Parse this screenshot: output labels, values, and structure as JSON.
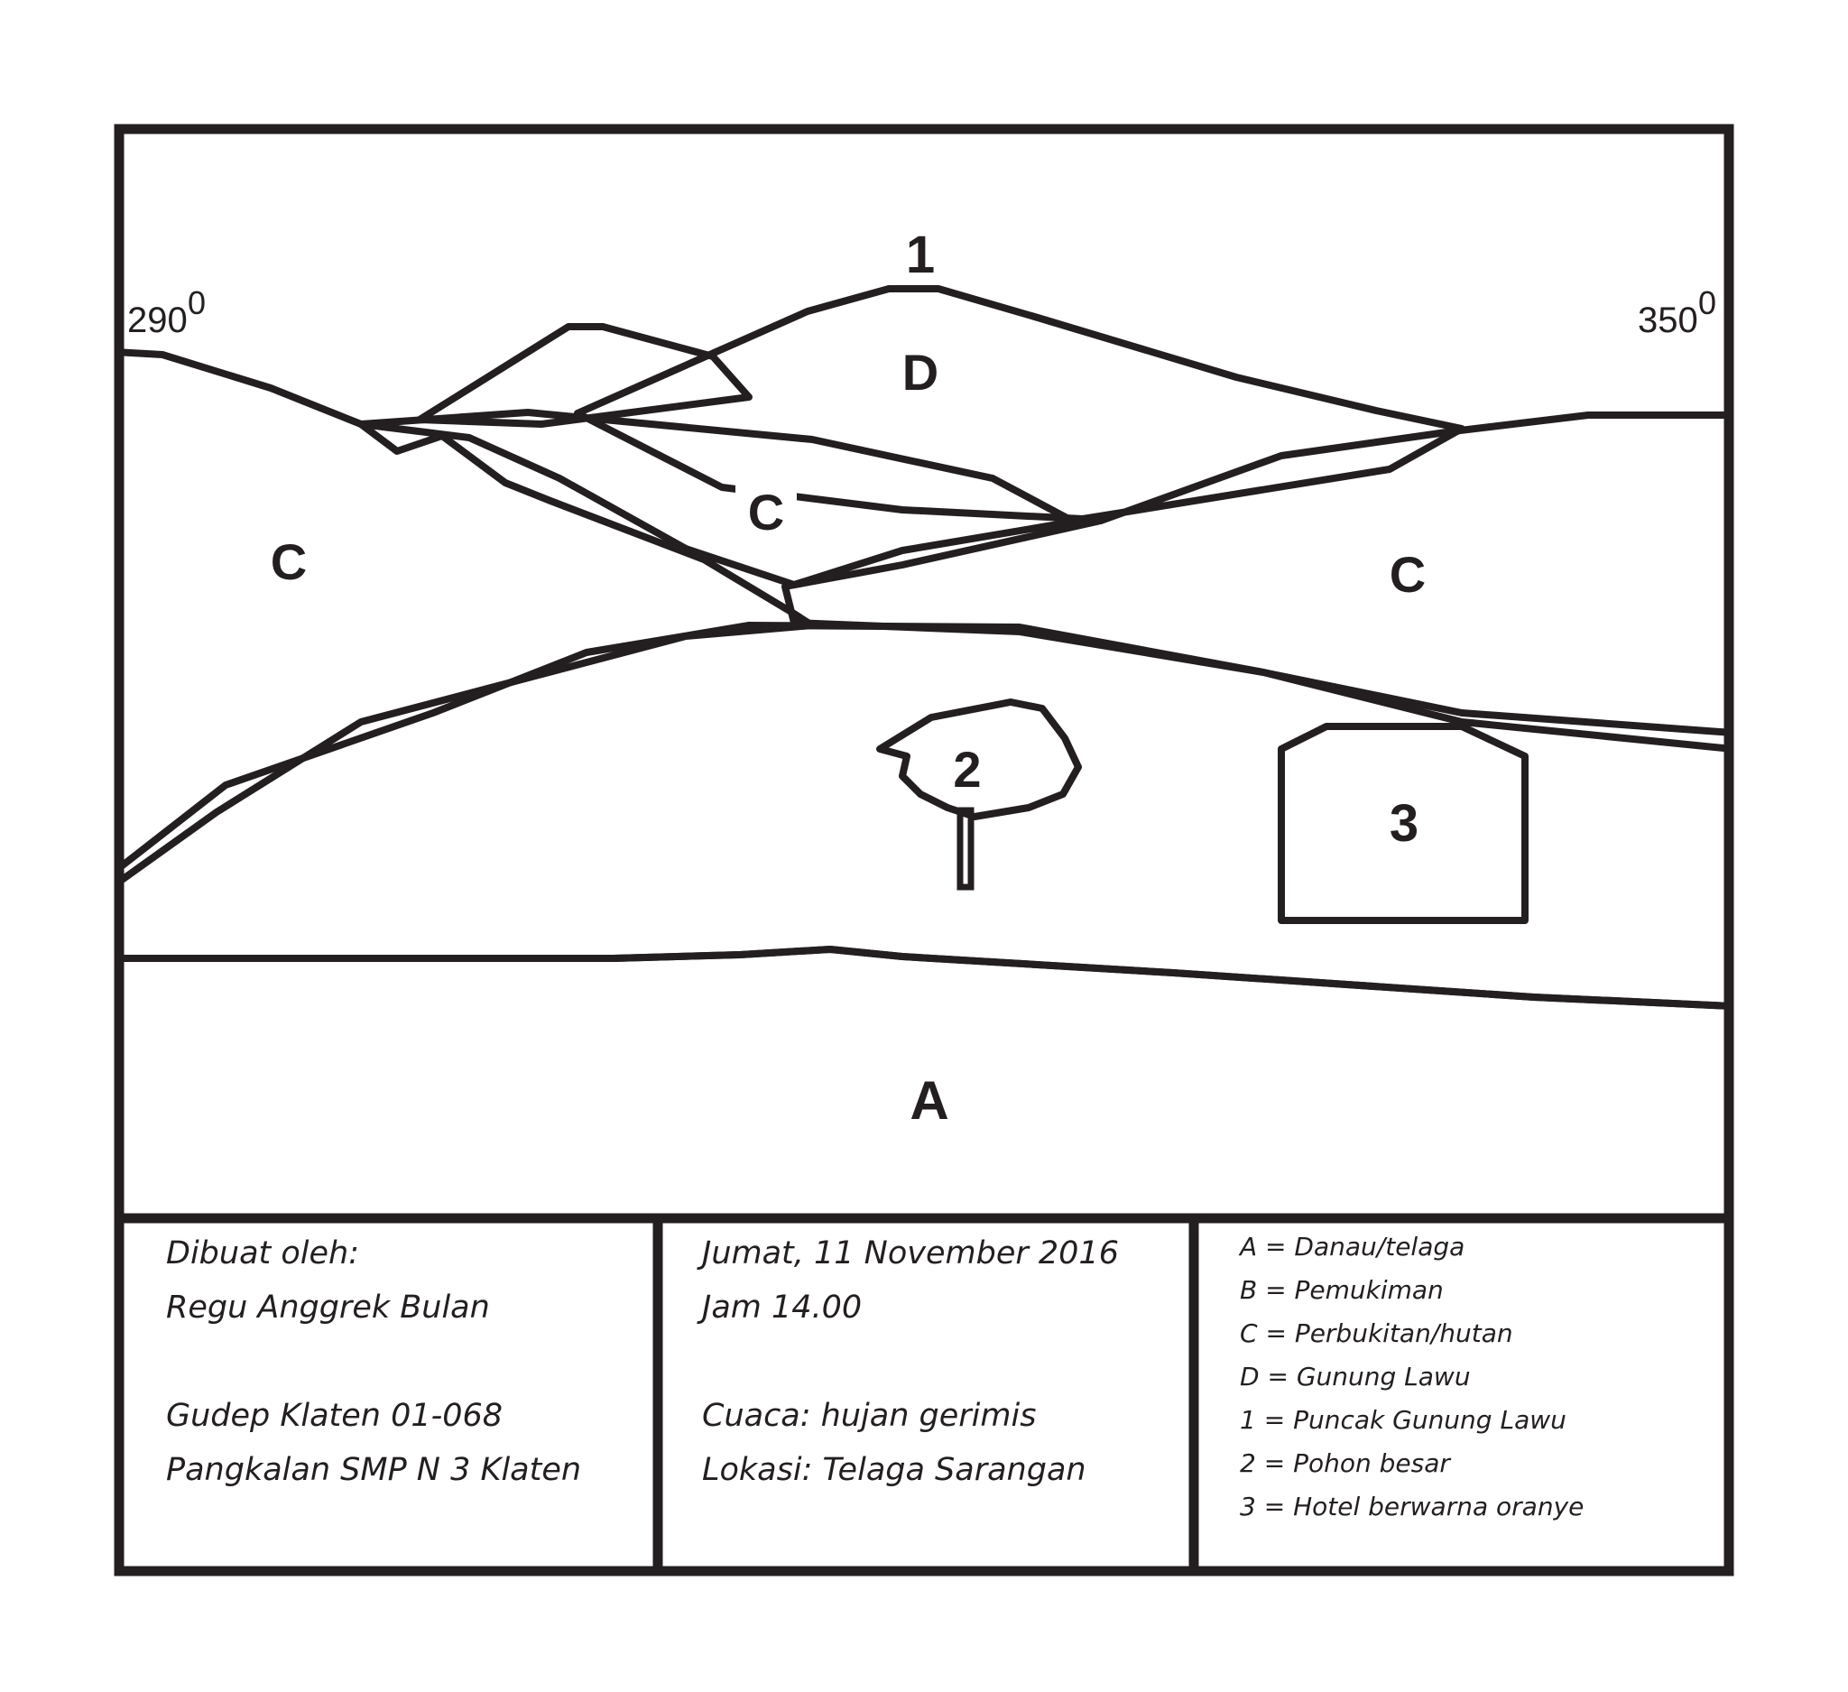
{
  "bearings": {
    "left": {
      "value": "290",
      "sup": "0"
    },
    "right": {
      "value": "350",
      "sup": "0"
    }
  },
  "labels": {
    "peak": "1",
    "mountain": "D",
    "hill_center": "C",
    "hill_left": "C",
    "hill_right": "C",
    "tree": "2",
    "hotel": "3",
    "lake": "A"
  },
  "footer": {
    "author": {
      "line1": "Dibuat oleh:",
      "line2": "Regu Anggrek Bulan",
      "line3": "Gudep Klaten 01-068",
      "line4": "Pangkalan SMP N 3 Klaten"
    },
    "info": {
      "line1": "Jumat, 11 November 2016",
      "line2": "Jam 14.00",
      "line3": "Cuaca: hujan gerimis",
      "line4": "Lokasi: Telaga Sarangan"
    },
    "legend": [
      "A = Danau/telaga",
      "B = Pemukiman",
      "C = Perbukitan/hutan",
      "D = Gunung Lawu",
      "1 = Puncak Gunung Lawu",
      "2 = Pohon besar",
      "3 = Hotel berwarna oranye"
    ]
  },
  "colors": {
    "ink": "#231f20",
    "paper": "#ffffff"
  }
}
